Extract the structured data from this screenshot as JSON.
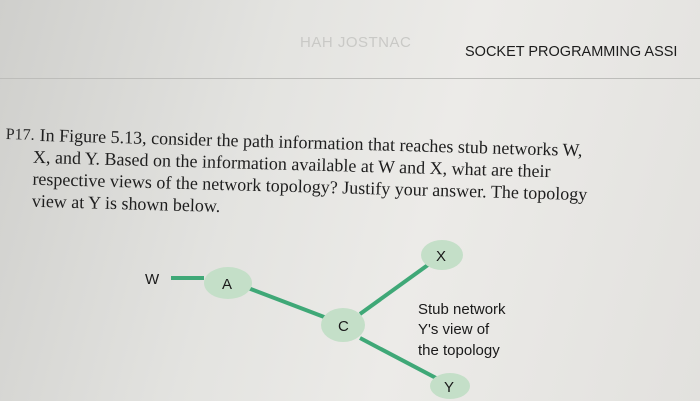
{
  "header": {
    "bleed_text": "HAH JOSTNAC",
    "title": "SOCKET PROGRAMMING ASSI"
  },
  "problem": {
    "number": "P17.",
    "lines": [
      "In Figure 5.13, consider the path information that reaches stub networks W,",
      "X, and Y. Based on the information available at W and X, what are their",
      "respective views of the network topology? Justify your answer. The topology",
      "view at Y is shown below."
    ]
  },
  "figure": {
    "nodes": {
      "w": "W",
      "a": "A",
      "c": "C",
      "x": "X",
      "y": "Y"
    },
    "caption": [
      "Stub network",
      "Y's view of",
      "the topology"
    ],
    "colors": {
      "link": "#3fa877",
      "node_fill": "#c4dfc8"
    }
  }
}
